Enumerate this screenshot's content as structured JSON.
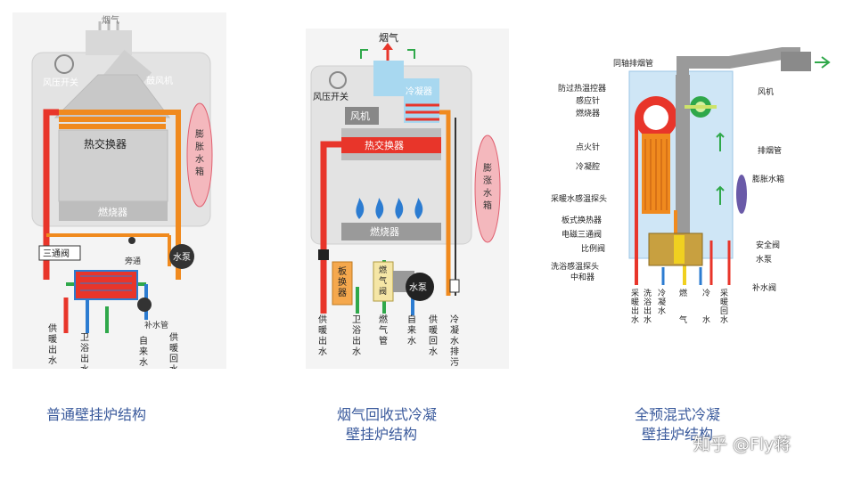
{
  "d1": {
    "smoke": "烟气",
    "fan_pressure": "风压开关",
    "fan": "鼓风机",
    "heat_exchanger": "热交换器",
    "burner": "燃烧器",
    "expansion_tank": [
      "膨",
      "胀",
      "水",
      "箱"
    ],
    "three_way": "三通阀",
    "bypass": "旁通",
    "pump": "水泵",
    "makeup": "补水管",
    "bottom_labels": [
      [
        "供",
        "暖",
        "出",
        "水"
      ],
      [
        "卫",
        "浴",
        "出",
        "水"
      ],
      [
        "自",
        "来",
        "水"
      ],
      [
        "供",
        "暖",
        "回",
        "水"
      ]
    ]
  },
  "d2": {
    "smoke": "烟气",
    "fan_pressure": "风压开关",
    "fan": "风机",
    "condenser": "冷凝器",
    "heat_exchanger": "热交换器",
    "burner": "燃烧器",
    "expansion_tank": [
      "膨",
      "涨",
      "水",
      "箱"
    ],
    "plate_hx": [
      "板",
      "换",
      "器"
    ],
    "gas_valve": [
      "燃",
      "气",
      "阀"
    ],
    "pump": "水泵",
    "bottom_labels": [
      [
        "供",
        "暖",
        "出",
        "水"
      ],
      [
        "卫",
        "浴",
        "出",
        "水"
      ],
      [
        "燃",
        "气",
        "管"
      ],
      [
        "自",
        "来",
        "水"
      ],
      [
        "供",
        "暖",
        "回",
        "水"
      ],
      [
        "冷",
        "凝",
        "水",
        "排",
        "污"
      ]
    ]
  },
  "d3": {
    "coax_pipe": "同轴排烟管",
    "left_labels": [
      "防过热温控器",
      "感应针",
      "燃烧器",
      "点火针",
      "冷凝腔",
      "采暖水感温探头",
      "板式换热器",
      "电磁三通阀",
      "比例阀",
      "洗浴感温探头",
      "中和器"
    ],
    "fan": "风机",
    "flue": "排烟管",
    "expansion_tank": "膨胀水箱",
    "safety_valve": "安全阀",
    "pump": "水泵",
    "makeup_valve": "补水阀",
    "bottom_labels": [
      [
        "采",
        "暖",
        "出",
        "水"
      ],
      [
        "洗",
        "浴",
        "出",
        "水"
      ],
      [
        "冷",
        "凝",
        "水"
      ],
      [
        "燃"
      ],
      [
        "气"
      ],
      [
        "冷"
      ],
      [
        "水"
      ],
      [
        "采",
        "暖",
        "回",
        "水"
      ]
    ]
  },
  "captions": {
    "c1": "普通壁挂炉结构",
    "c2_line1": "烟气回收式冷凝",
    "c2_line2": "壁挂炉结构",
    "c3_line1": "全预混式冷凝",
    "c3_line2": "壁挂炉结构"
  },
  "watermark": "知乎 @Fly蒋",
  "colors": {
    "hot": "#e8352a",
    "warm": "#f08a1e",
    "cold": "#2c7cd1",
    "gas": "#2fa84a",
    "casing": "#e6e6e6",
    "condense_blue": "#a8d8f0"
  }
}
